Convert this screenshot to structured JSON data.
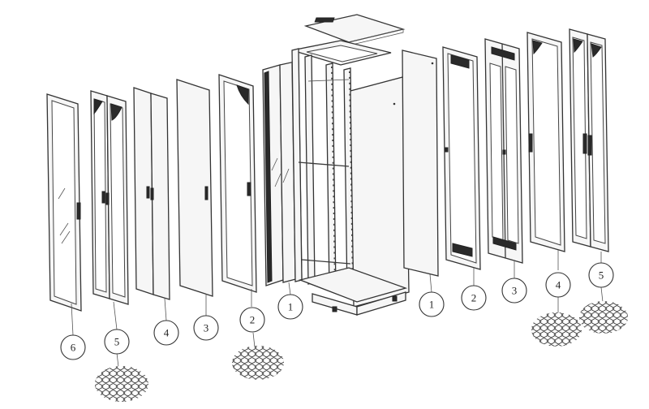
{
  "callouts": [
    "6",
    "5",
    "4",
    "3",
    "2",
    "1",
    "1",
    "2",
    "3",
    "4",
    "5"
  ]
}
